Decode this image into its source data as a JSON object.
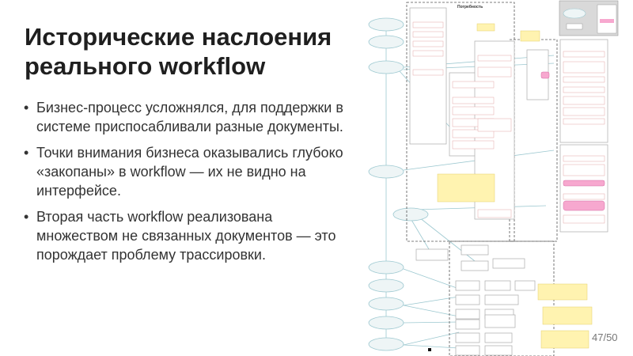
{
  "slide": {
    "title_lines": [
      "Исторические наслоения",
      "реального workflow"
    ],
    "bullets": [
      "Бизнес-процесс усложнялся, для поддержки в системе приспосабливали разные документы.",
      "Точки внимания бизнеса оказывались глубоко «закопаны» в workflow — их не видно на интерфейсе.",
      "Вторая часть workflow реализована множеством не связанных документов — это порождает проблему трассировки."
    ],
    "bullet_marker": "•",
    "page_number": "47/50"
  },
  "diagram": {
    "region_label": "Потребность",
    "colors": {
      "highlight": "#f7a8cf",
      "note": "#fff3b0",
      "connector": "#9cc8d0",
      "status": "#c0504d"
    }
  }
}
